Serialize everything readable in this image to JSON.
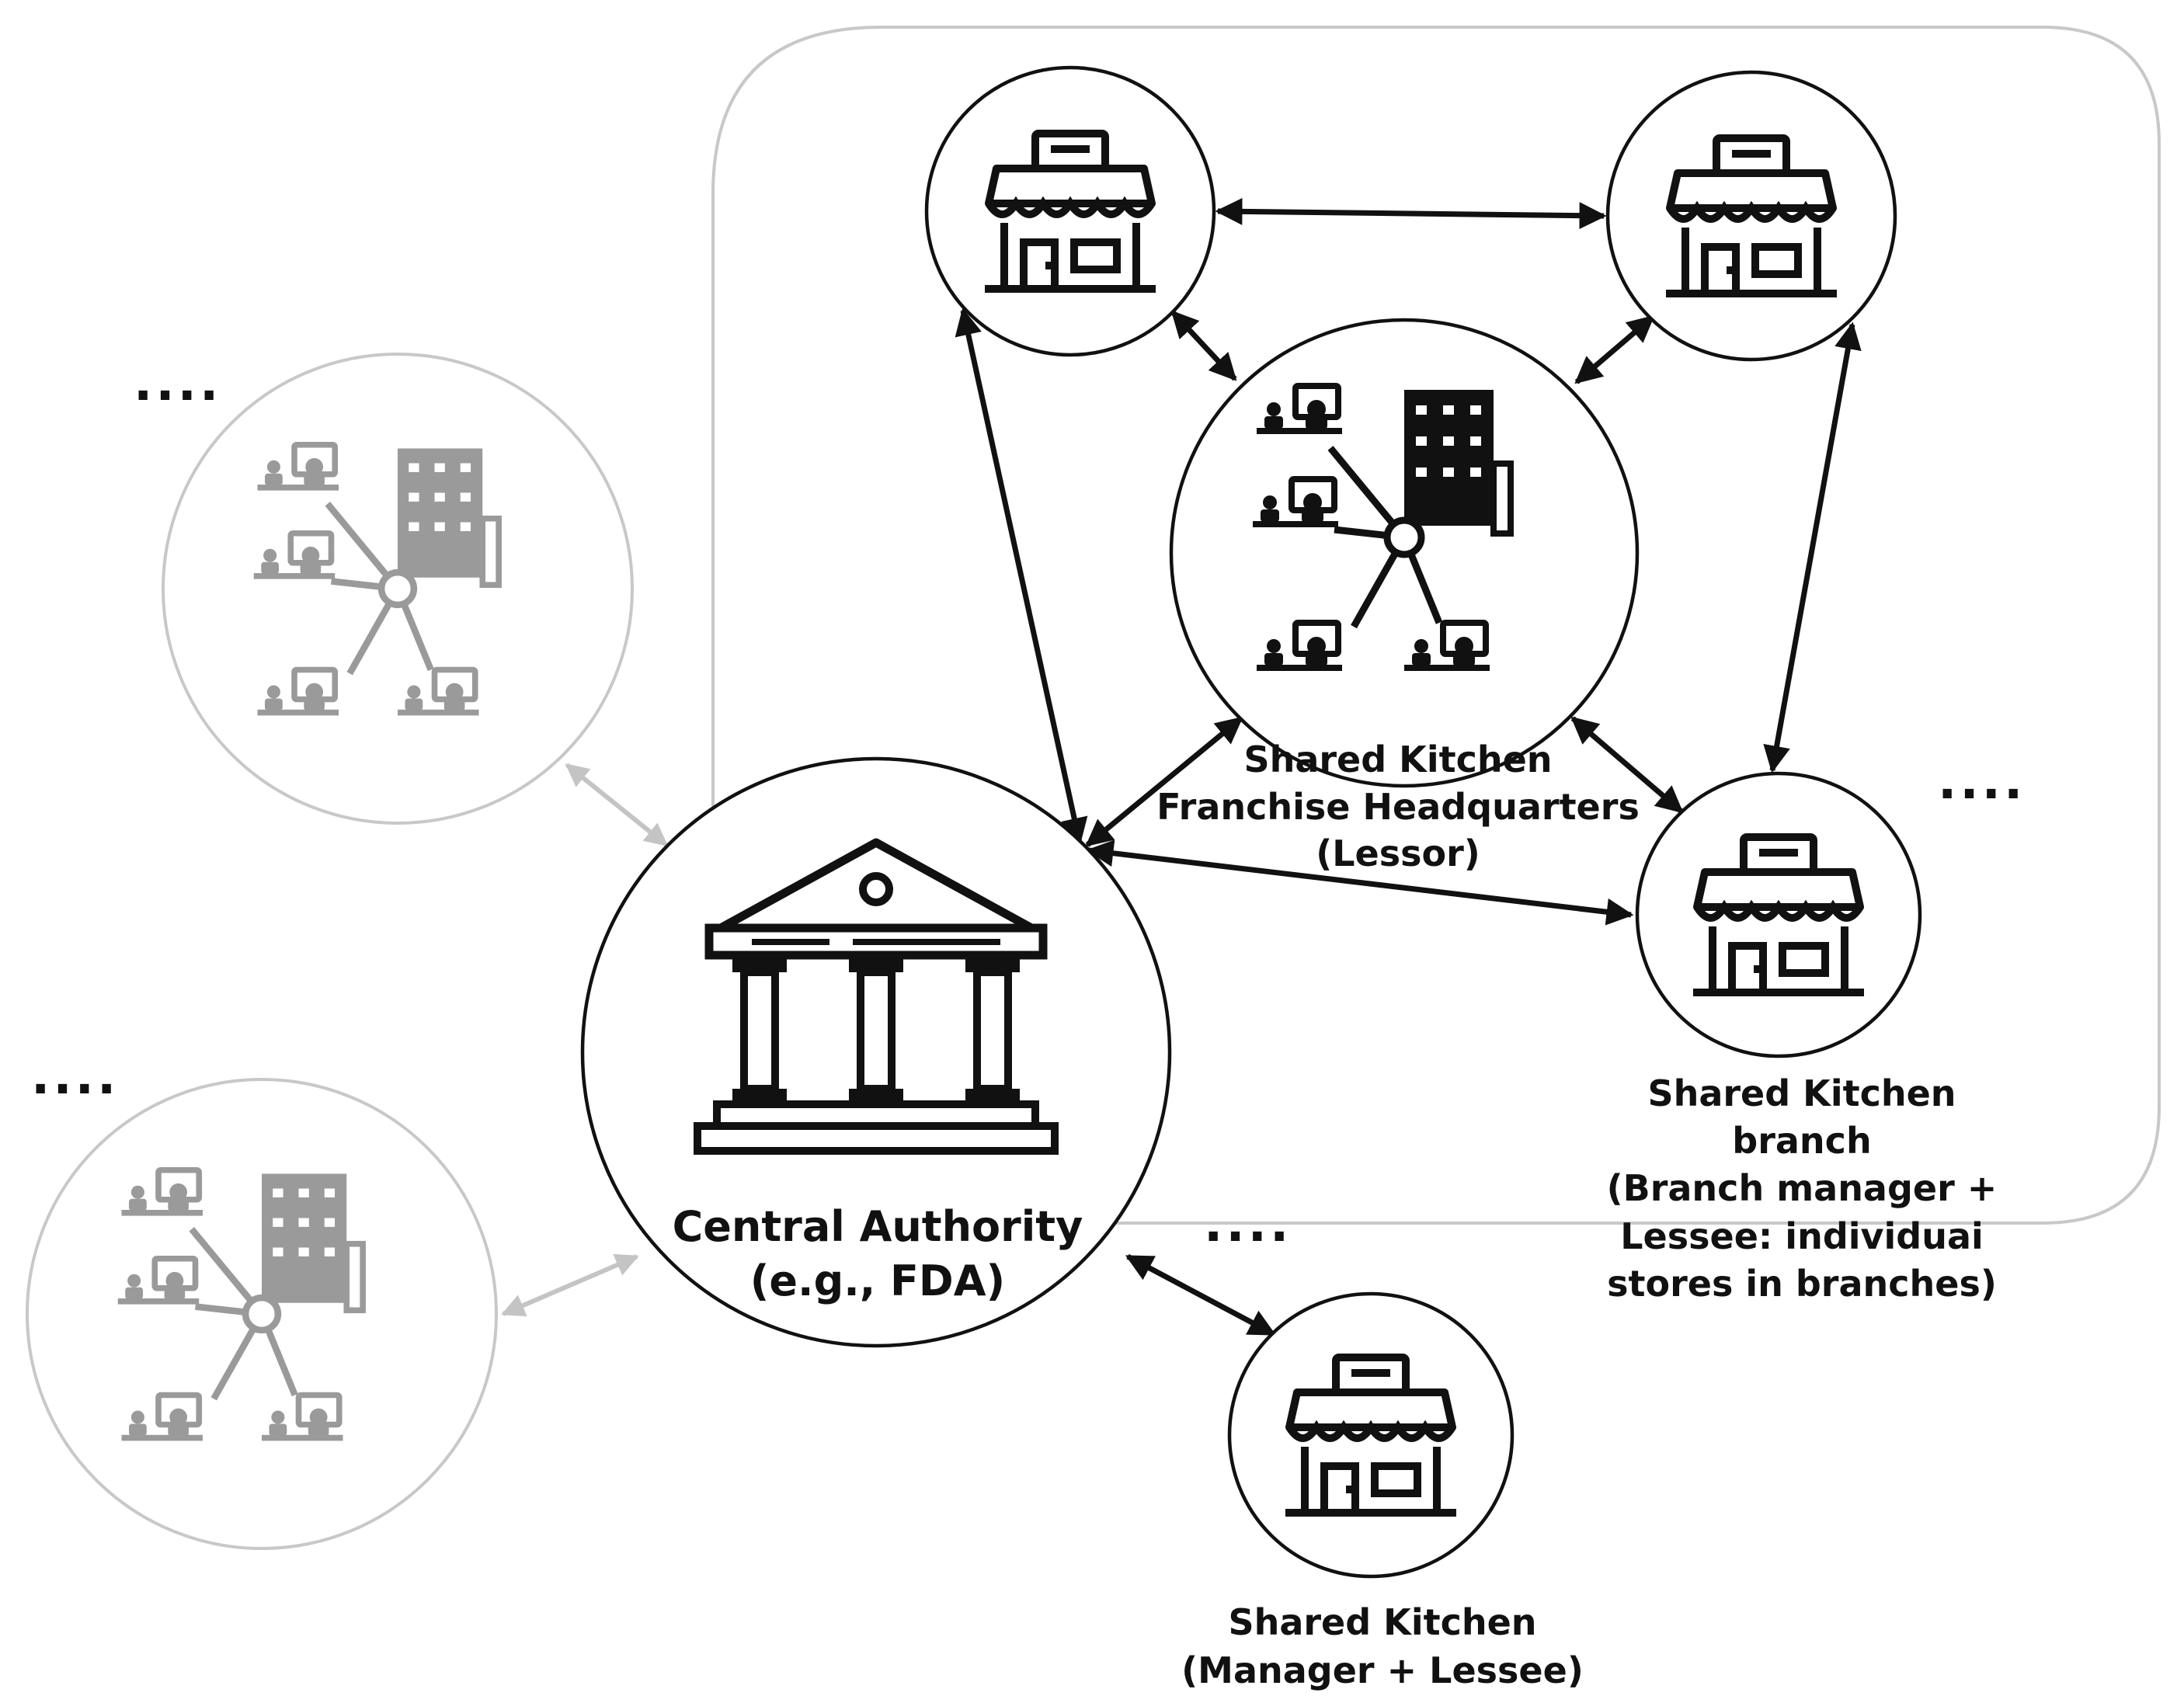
{
  "diagram": {
    "nodes": {
      "central": {
        "lines": [
          "Central Authority",
          "(e.g., FDA)"
        ],
        "icon": "government-building-icon"
      },
      "headquarters": {
        "lines": [
          "Shared Kitchen",
          "Franchise Headquarters",
          "(Lessor)"
        ],
        "icon": "franchise-network-icon"
      },
      "branch": {
        "lines": [
          "Shared Kitchen",
          "branch",
          "(Branch manager +",
          "Lessee: individuai",
          "stores in branches)"
        ],
        "icon": "storefront-icon"
      },
      "standalone": {
        "lines": [
          "Shared Kitchen",
          "(Manager + Lessee)"
        ],
        "icon": "storefront-icon"
      },
      "store_top_left": {
        "icon": "storefront-icon"
      },
      "store_top_right": {
        "icon": "storefront-icon"
      },
      "other_hq_top": {
        "icon": "franchise-network-icon",
        "faded": true
      },
      "other_hq_bottom": {
        "icon": "franchise-network-icon",
        "faded": true
      }
    },
    "ellipsis": "....",
    "colors": {
      "primary": "#111111",
      "faded": "#9a9a9a",
      "faded_arrow": "#c4c4c4",
      "container_border": "#c8c8c8"
    }
  }
}
